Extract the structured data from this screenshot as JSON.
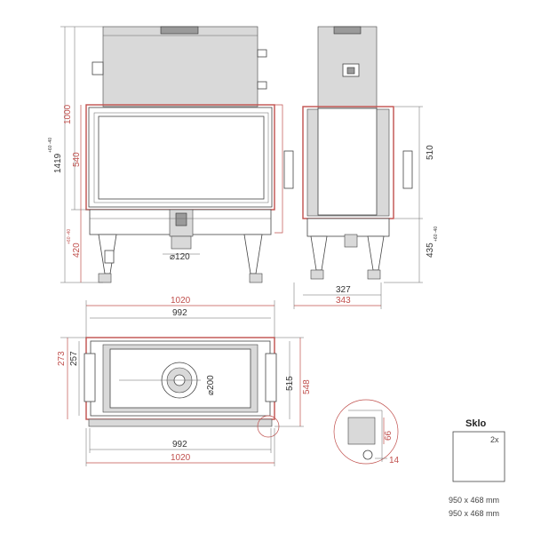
{
  "front_view": {
    "height_total": "1419",
    "height_total_tol": "+60 -40",
    "height_1000": "1000",
    "height_540": "540",
    "height_420": "420",
    "height_420_tol": "+60 -40",
    "flue_diameter": "⌀120"
  },
  "side_view": {
    "height_510": "510",
    "height_435": "435",
    "height_435_tol": "+60 -40",
    "depth_327": "327",
    "depth_343": "343"
  },
  "top_view": {
    "width_outer_top": "1020",
    "width_inner_top": "992",
    "depth_273": "273",
    "depth_257": "257",
    "flue_diameter": "⌀200",
    "depth_515": "515",
    "depth_548": "548",
    "width_inner_bottom": "992",
    "width_outer_bottom": "1020"
  },
  "detail_view": {
    "dim_66": "66",
    "dim_14": "14"
  },
  "glass": {
    "title": "Sklo",
    "quantity": "2x",
    "size_1": "950 x 468 mm",
    "size_2": "950 x 468 mm"
  },
  "colors": {
    "dimension_red": "#c0504d",
    "line_gray": "#444444",
    "fill_gray": "#d9d9d9"
  }
}
